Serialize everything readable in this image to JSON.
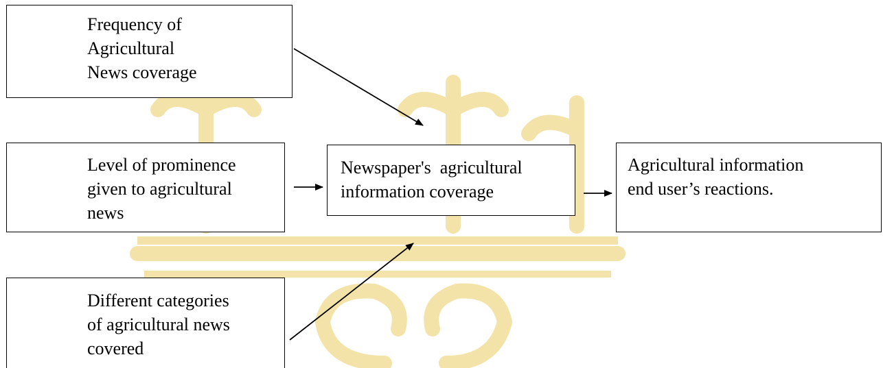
{
  "diagram": {
    "watermark_color": "#f3e3a8",
    "line_color": "#000000",
    "boxes": {
      "frequency": {
        "lines": [
          "Frequency of",
          "Agricultural",
          "News coverage"
        ]
      },
      "prominence": {
        "lines": [
          "Level of prominence",
          "given to agricultural",
          "news"
        ]
      },
      "categories": {
        "lines": [
          "Different categories",
          "of agricultural news",
          "covered"
        ]
      },
      "coverage": {
        "lines": [
          "Newspaper's  agricultural",
          "information coverage"
        ]
      },
      "reactions": {
        "lines": [
          "Agricultural information",
          "end user’s reactions."
        ]
      }
    }
  }
}
